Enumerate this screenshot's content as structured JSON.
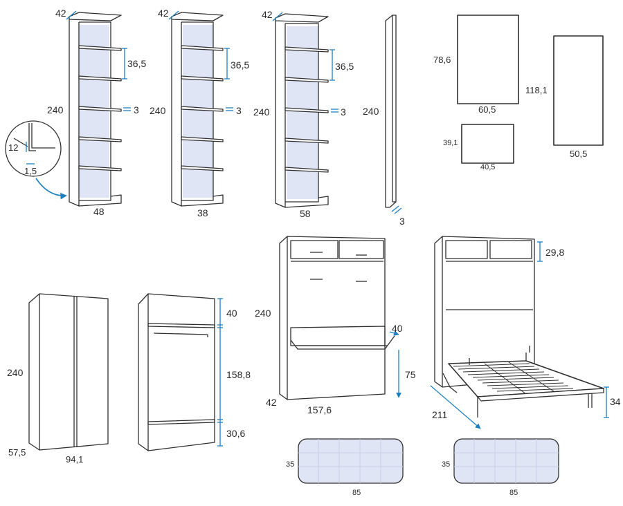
{
  "colors": {
    "line": "#2f2f2f",
    "panel_fill": "#dfe5f5",
    "dimension_blue": "#1d7fbf",
    "paper": "#ffffff"
  },
  "dimensions": {
    "bookcase_48": {
      "depth": "42",
      "height": "240",
      "shelf_gap": "36,5",
      "shelf_thickness": "3",
      "width": "48"
    },
    "bookcase_38": {
      "depth": "42",
      "height": "240",
      "shelf_gap": "36,5",
      "shelf_thickness": "3",
      "width": "38"
    },
    "bookcase_58": {
      "depth": "42",
      "height": "240",
      "shelf_gap": "36,5",
      "shelf_thickness": "3",
      "width": "58"
    },
    "side_panel": {
      "height": "240",
      "thickness": "3"
    },
    "detail": {
      "lip_height": "12",
      "lip_thickness": "1,5"
    },
    "door_panels": {
      "large": {
        "height": "78,6",
        "width": "60,5"
      },
      "tall": {
        "height": "118,1",
        "width": "50,5"
      },
      "small": {
        "height": "39,1",
        "width": "40,5"
      }
    },
    "wardrobe": {
      "height": "240",
      "depth": "57,5",
      "width": "94,1",
      "top_gap": "40",
      "hanging_gap": "158,8",
      "bottom_gap": "30,6"
    },
    "wall_bed_closed": {
      "height": "240",
      "desk_depth": "40",
      "desk_height": "75",
      "depth": "42",
      "width": "157,6"
    },
    "wall_bed_open": {
      "top_gap": "29,8",
      "length": "211",
      "bed_height": "34"
    },
    "mattress_1": {
      "height": "35",
      "width": "85"
    },
    "mattress_2": {
      "height": "35",
      "width": "85"
    }
  }
}
